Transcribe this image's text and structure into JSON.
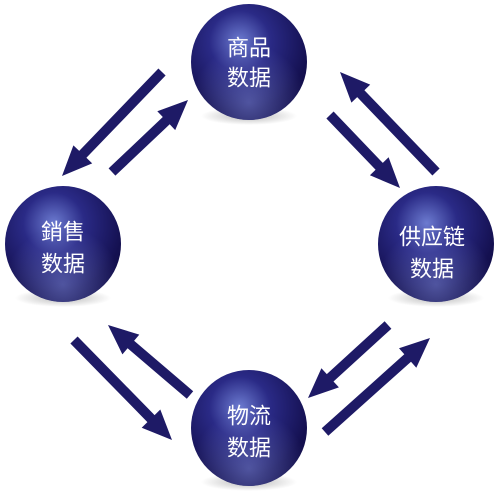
{
  "diagram": {
    "colors": {
      "arrow": "#1e1a66",
      "node_dark": "#0f0b45",
      "node_mid": "#2a2a86",
      "node_highlight": "#6c7bd0",
      "background": "#ffffff"
    },
    "nodes": [
      {
        "id": "product",
        "line1": "商品",
        "line2": "数据"
      },
      {
        "id": "sales",
        "line1": "銷售",
        "line2": "数据"
      },
      {
        "id": "supply",
        "line1": "供应链",
        "line2": "数据"
      },
      {
        "id": "logistics",
        "line1": "物流",
        "line2": "数据"
      }
    ]
  }
}
